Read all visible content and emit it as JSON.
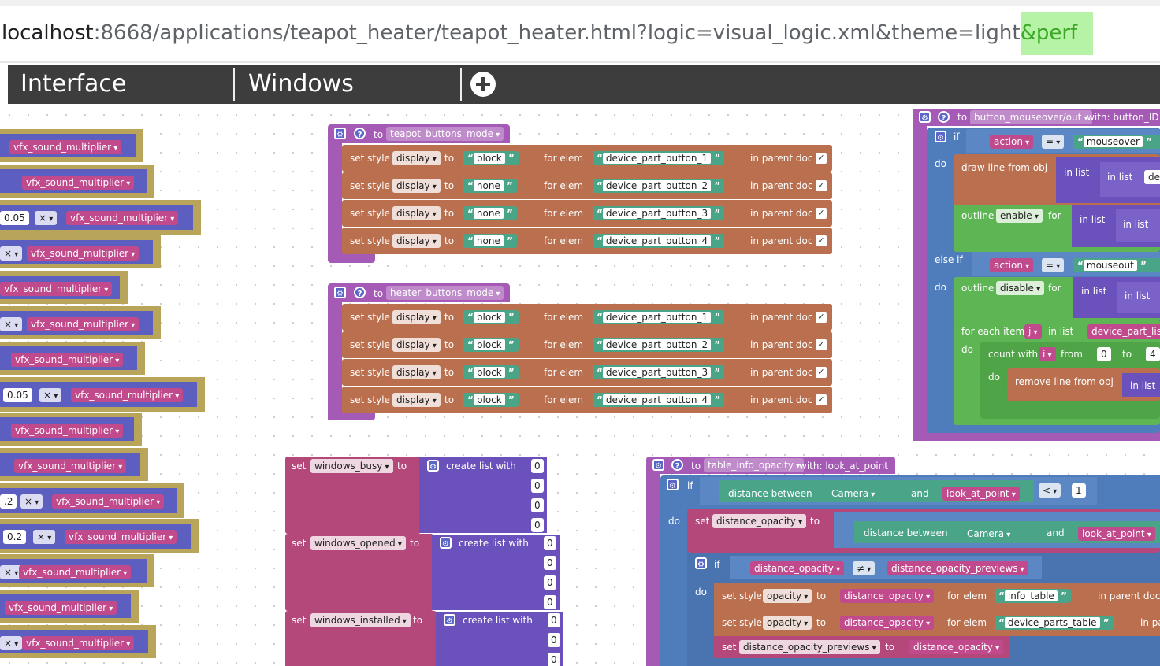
{
  "url": {
    "host": "localhost",
    "rest": ":8668/applications/teapot_heater/teapot_heater.html?logic=visual_logic.xml&theme=light",
    "highlight": "&perf"
  },
  "tabs": [
    "Interface",
    "Windows"
  ],
  "left_stack": {
    "var": "vfx_sound_multiplier",
    "nums": {
      "a": "0.05",
      "b": "0.05",
      "c": ".2",
      "d": "0.2"
    },
    "op": "×"
  },
  "teapot": {
    "fn": "teapot_buttons_mode",
    "rows": [
      {
        "val": "block",
        "elem": "device_part_button_1"
      },
      {
        "val": "none",
        "elem": "device_part_button_2"
      },
      {
        "val": "none",
        "elem": "device_part_button_3"
      },
      {
        "val": "none",
        "elem": "device_part_button_4"
      }
    ]
  },
  "heater": {
    "fn": "heater_buttons_mode",
    "rows": [
      {
        "val": "block",
        "elem": "device_part_button_1"
      },
      {
        "val": "block",
        "elem": "device_part_button_2"
      },
      {
        "val": "block",
        "elem": "device_part_button_3"
      },
      {
        "val": "block",
        "elem": "device_part_button_4"
      }
    ]
  },
  "kw": {
    "to": "to",
    "set_style": "set style",
    "display": "display",
    "for_elem": "for elem",
    "in_parent_doc": "in parent doc",
    "in_parent_doc_cut": "in parent doc",
    "in_pa": "in pa",
    "set": "set",
    "create_list": "create list with",
    "zero": "0",
    "if": "if",
    "do": "do",
    "else_if": "else if",
    "in_list": "in list",
    "with": "with:",
    "and": "and"
  },
  "lists": [
    {
      "var": "windows_busy"
    },
    {
      "var": "windows_opened"
    },
    {
      "var": "windows_installed"
    }
  ],
  "mouseover": {
    "fn": "button_mouseover/out",
    "param": "with: button_ID",
    "action": "action",
    "eq": "=",
    "mouseover": "mouseover",
    "mouseout": "mouseout",
    "draw_line": "draw line from obj",
    "de": "de",
    "outline": "outline",
    "enable": "enable",
    "disable": "disable",
    "for": "for",
    "for_each": "for each item",
    "j": "j",
    "device_part_li": "device_part_lis",
    "count_with": "count with",
    "i": "i",
    "from": "from",
    "four": "4",
    "remove_line": "remove line from obj"
  },
  "opacity": {
    "fn": "table_info_opacity",
    "param": "with: look_at_point",
    "distance_between": "distance between",
    "camera": "Camera",
    "look": "look_at_point",
    "lt": "<",
    "one": "1",
    "dist_op": "distance_opacity",
    "neq": "≠",
    "dist_prev": "distance_opacity_previews",
    "opacity": "opacity",
    "info_table": "info_table",
    "device_parts_table": "device_parts_table"
  }
}
